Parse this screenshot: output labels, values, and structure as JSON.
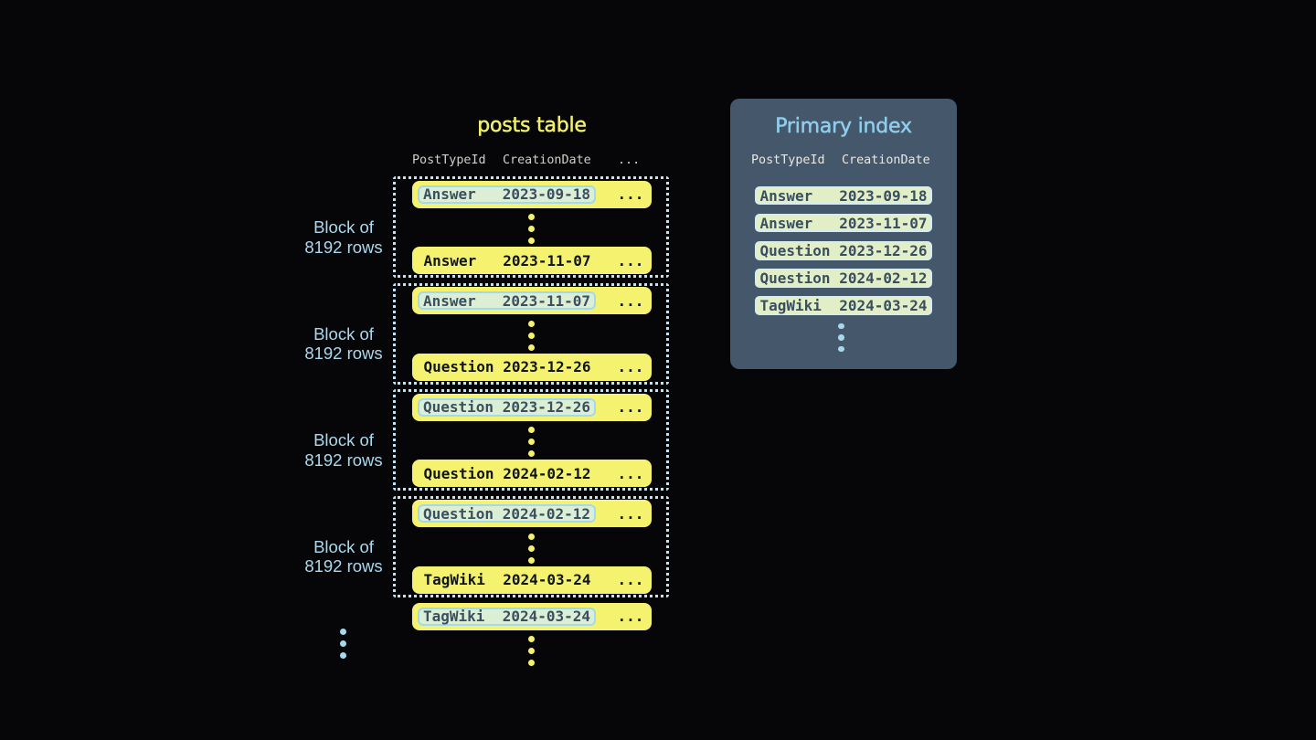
{
  "posts_table": {
    "title": "posts table",
    "columns": [
      "PostTypeId",
      "CreationDate",
      "..."
    ],
    "block_label": {
      "line1": "Block of",
      "line2": "8192 rows"
    },
    "blocks": [
      {
        "first": {
          "type": "Answer",
          "date": "2023-09-18"
        },
        "last": {
          "type": "Answer",
          "date": "2023-11-07"
        }
      },
      {
        "first": {
          "type": "Answer",
          "date": "2023-11-07"
        },
        "last": {
          "type": "Question",
          "date": "2023-12-26"
        }
      },
      {
        "first": {
          "type": "Question",
          "date": "2023-12-26"
        },
        "last": {
          "type": "Question",
          "date": "2024-02-12"
        }
      },
      {
        "first": {
          "type": "Question",
          "date": "2024-02-12"
        },
        "last": {
          "type": "TagWiki",
          "date": "2024-03-24"
        }
      }
    ],
    "overflow_row": {
      "type": "TagWiki",
      "date": "2024-03-24"
    },
    "row_ellipsis": "..."
  },
  "primary_index": {
    "title": "Primary index",
    "columns": [
      "PostTypeId",
      "CreationDate"
    ],
    "rows": [
      {
        "type": "Answer",
        "date": "2023-09-18"
      },
      {
        "type": "Answer",
        "date": "2023-11-07"
      },
      {
        "type": "Question",
        "date": "2023-12-26"
      },
      {
        "type": "Question",
        "date": "2024-02-12"
      },
      {
        "type": "TagWiki",
        "date": "2024-03-24"
      }
    ]
  },
  "colors": {
    "background": "#060609",
    "row_yellow": "#f5f26f",
    "accent_blue": "#a7d8ec",
    "dotted_border_blue": "#bfe5f4",
    "panel_slate": "#45576a",
    "index_row_green": "#e2efc6",
    "highlight_mint": "#dceed3",
    "highlight_border_blue": "#a3d9ee",
    "ink_dark": "#10151c",
    "slate_text": "#3b4f63"
  }
}
